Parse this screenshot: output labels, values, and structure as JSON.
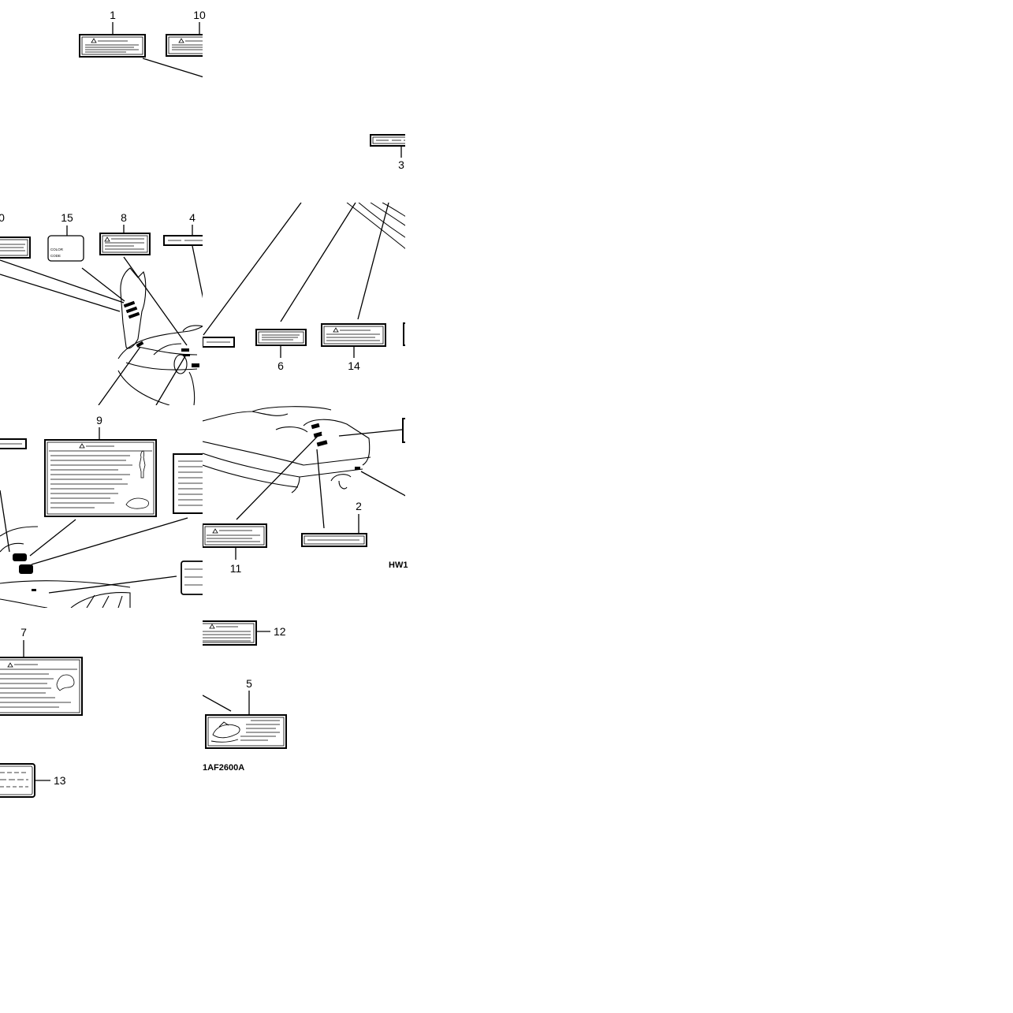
{
  "diagram": {
    "callouts": {
      "c1": "1",
      "c10": "10",
      "c3": "3",
      "c0": "0",
      "c15": "15",
      "c8": "8",
      "c4": "4",
      "c6": "6",
      "c14": "14",
      "c9": "9",
      "c2": "2",
      "c11": "11",
      "c7": "7",
      "c12": "12",
      "c5": "5",
      "c13": "13"
    },
    "codes": {
      "hw": "HW1",
      "part_code": "1AF2600A"
    },
    "label15_text": {
      "line1": "COLOR",
      "line2": "CODE"
    }
  }
}
